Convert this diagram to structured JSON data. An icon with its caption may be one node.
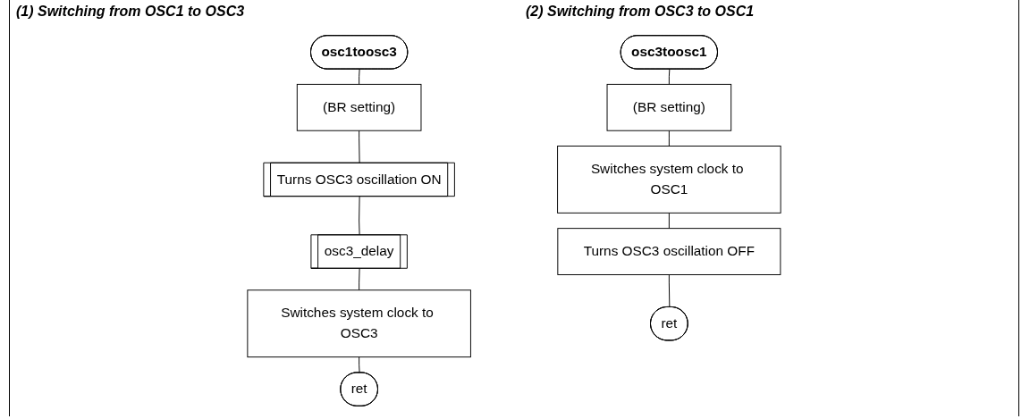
{
  "diagram": {
    "nodes": [
      {
        "text": [
          "osc1toosc3"
        ]
      },
      {
        "text": [
          "(BR setting)"
        ]
      },
      {
        "text": [
          "Turns OSC3 oscillation ON"
        ]
      },
      {
        "text": [
          "osc3_delay"
        ]
      },
      {
        "text": [
          "Switches system clock to OSC3"
        ]
      },
      {
        "text": [
          "ret"
        ]
      },
      {
        "text": [
          "osc3toosc1"
        ]
      },
      {
        "text": [
          "(BR setting)"
        ]
      },
      {
        "text": [
          "Switches system clock to OSC1"
        ]
      },
      {
        "text": [
          "Turns OSC3 oscillation OFF"
        ]
      },
      {
        "text": [
          "ret"
        ]
      }
    ],
    "edges": [
      {
        "from": 0,
        "to": 1,
        "arrow": "none"
      },
      {
        "from": 1,
        "to": 2,
        "arrow": "none"
      },
      {
        "from": 2,
        "to": 3,
        "arrow": "none"
      },
      {
        "from": 3,
        "to": 4,
        "arrow": "none"
      },
      {
        "from": 4,
        "to": 5,
        "arrow": "none"
      },
      {
        "from": 6,
        "to": 7,
        "arrow": "none"
      },
      {
        "from": 7,
        "to": 8,
        "arrow": "none"
      },
      {
        "from": 8,
        "to": 9,
        "arrow": "none"
      },
      {
        "from": 9,
        "to": 10,
        "arrow": "none"
      }
    ],
    "labels": [
      "(1) Switching from OSC1 to OSC3",
      "(2) Switching from OSC3 to OSC1"
    ]
  }
}
